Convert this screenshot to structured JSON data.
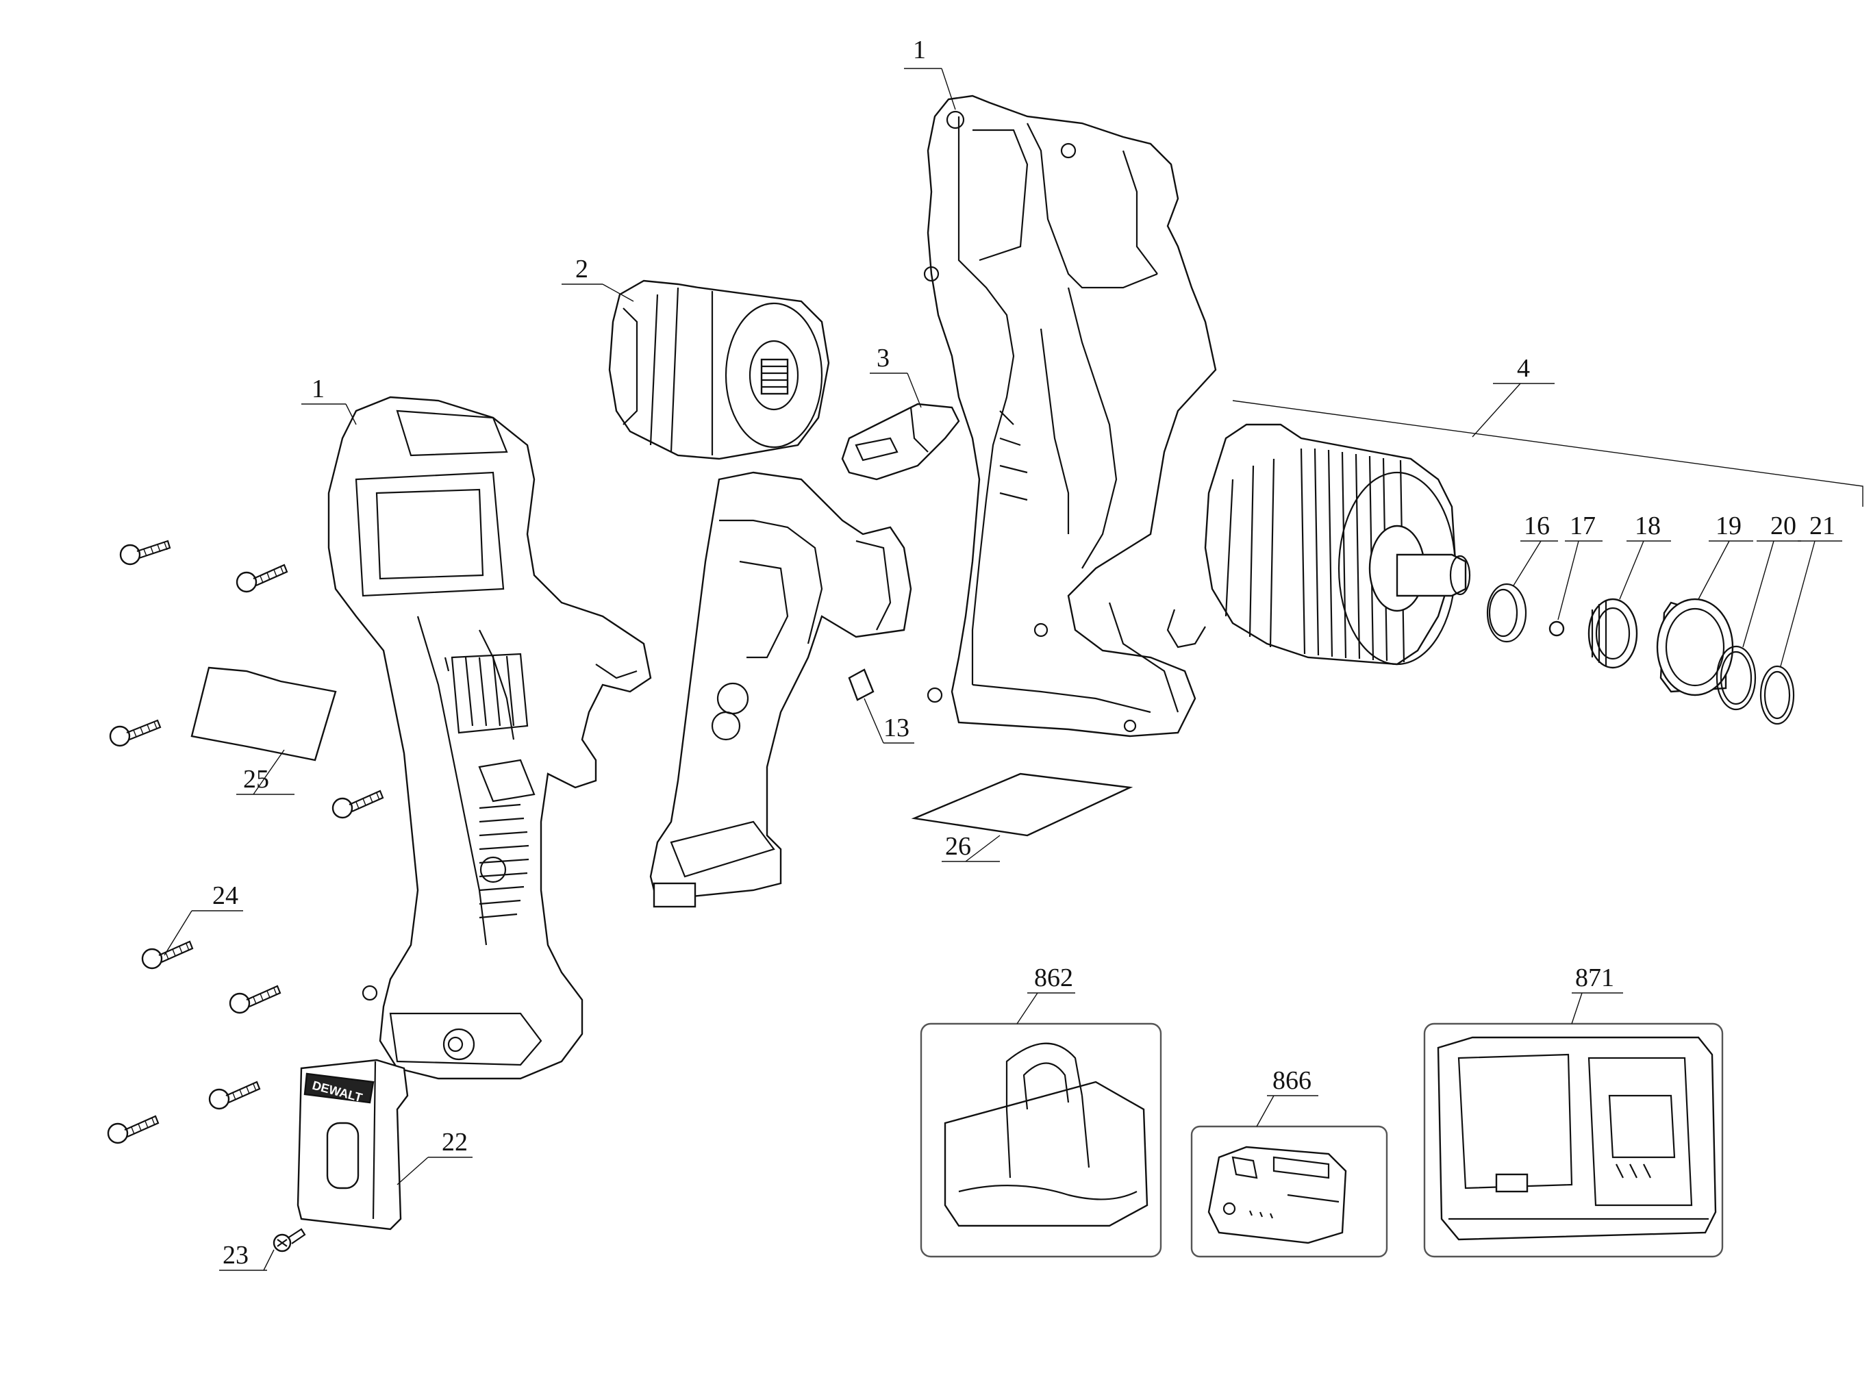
{
  "labels": {
    "housing_right": "1",
    "motor": "2",
    "switch_part": "3",
    "transmission": "4",
    "housing_left": "1",
    "screw_pin": "13",
    "clutch_spring": "16",
    "ball": "17",
    "sleeve": "18",
    "collar": "19",
    "ring_20": "20",
    "ring_21": "21",
    "belt_clip": "22",
    "clip_screw": "23",
    "housing_screw": "24",
    "label_plate": "25",
    "nameplate": "26",
    "bag": "862",
    "battery": "866",
    "charger": "871"
  },
  "brand": "DEWALT"
}
